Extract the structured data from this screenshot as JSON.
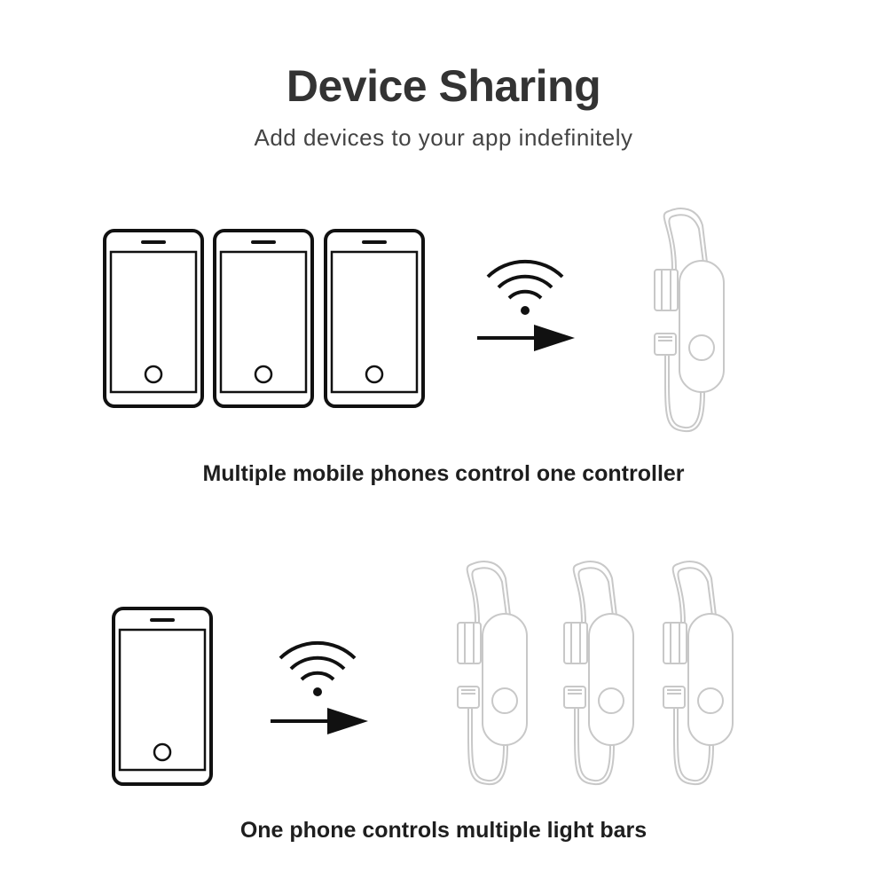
{
  "header": {
    "title": "Device Sharing",
    "subtitle": "Add devices to your app indefinitely"
  },
  "section_one": {
    "caption": "Multiple mobile phones control one controller",
    "phone_count": 3,
    "controller_count": 1
  },
  "section_two": {
    "caption": "One phone controls multiple light bars",
    "phone_count": 1,
    "controller_count": 3
  },
  "icons": {
    "phone": "smartphone-icon",
    "wifi": "wifi-signal-icon",
    "arrow": "right-arrow-icon",
    "controller": "led-controller-icon"
  },
  "colors": {
    "outline": "#111111",
    "controller_line": "#c8c8c8",
    "title": "#333333"
  }
}
